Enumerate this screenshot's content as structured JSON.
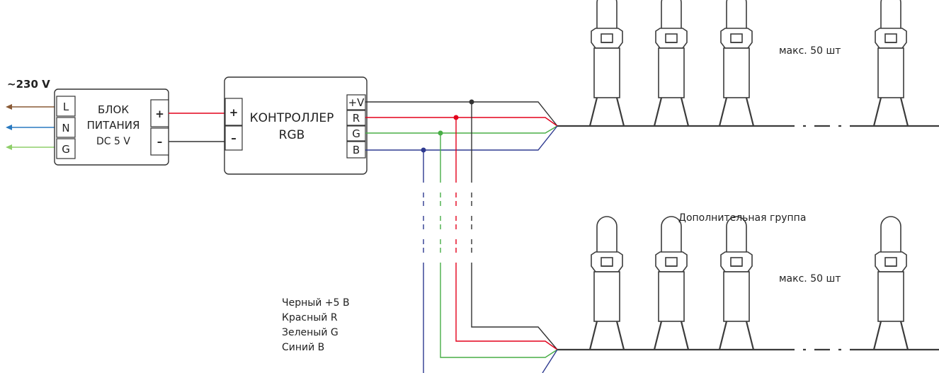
{
  "mains": {
    "voltage": "~230 V",
    "terminals": [
      "L",
      "N",
      "G"
    ],
    "wire_colors": [
      "#8a5a35",
      "#2a7ac0",
      "#8fcf6a"
    ]
  },
  "power_supply": {
    "lines": [
      "БЛОК",
      "ПИТАНИЯ",
      "DC 5 V"
    ],
    "terminals": [
      "+",
      "–"
    ]
  },
  "controller": {
    "lines": [
      "КОНТРОЛЛЕР",
      "RGB"
    ],
    "input_terminals": [
      "+",
      "–"
    ],
    "output_terminals": [
      "+V",
      "R",
      "G",
      "B"
    ]
  },
  "wire_colors": {
    "black": "#333333",
    "red": "#e3001b",
    "green": "#48ae46",
    "blue": "#2e3a90"
  },
  "groups": {
    "max_label": "макс. 50 шт",
    "extra_group_label": "Дополнительная группа"
  },
  "legend": [
    {
      "text": "Черный +5 В",
      "color": "#333333"
    },
    {
      "text": "Красный  R",
      "color": "#e3001b"
    },
    {
      "text": "Зеленый G",
      "color": "#48ae46"
    },
    {
      "text": "Синий B",
      "color": "#2e3a90"
    }
  ]
}
